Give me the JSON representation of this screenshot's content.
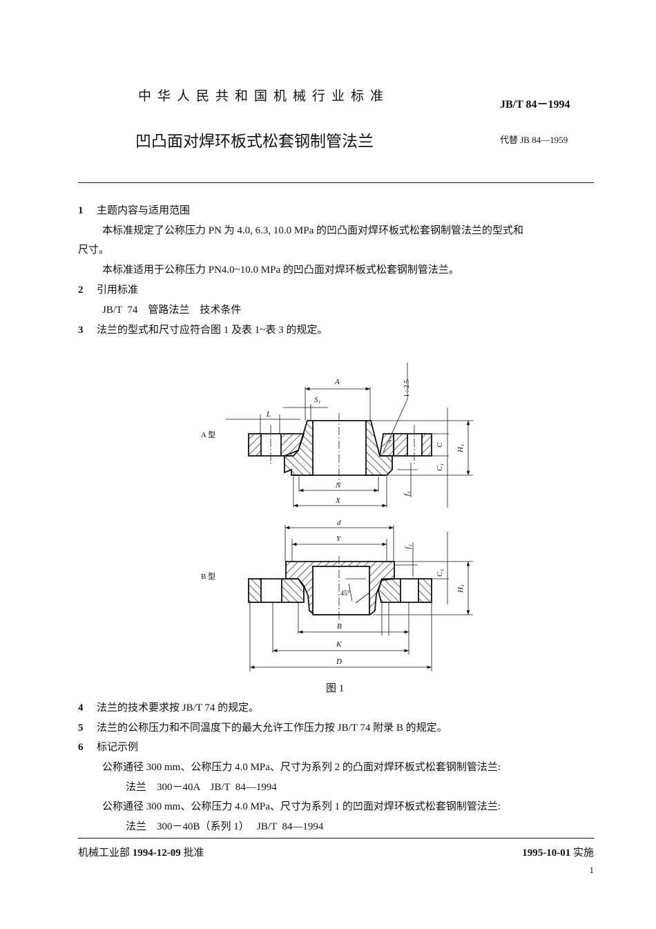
{
  "header": {
    "org": "中华人民共和国机械行业标准",
    "code": "JB/T 84－1994",
    "title": "凹凸面对焊环板式松套钢制管法兰",
    "replaces": "代替 JB 84—1959"
  },
  "sections": [
    {
      "num": "1",
      "heading": "主题内容与适用范围",
      "paragraphs": [
        "本标准规定了公称压力 PN 为 4.0,  6.3,  10.0  MPa 的凹凸面对焊环板式松套钢制管法兰的型式和",
        "尺寸。",
        "本标准适用于公称压力 PN4.0~10.0 MPa 的凹凸面对焊环板式松套钢制管法兰。"
      ]
    },
    {
      "num": "2",
      "heading": "引用标准",
      "paragraphs": [
        "JB/T  74    管路法兰    技术条件"
      ]
    },
    {
      "num": "3",
      "heading": "法兰的型式和尺寸应符合图 1 及表 1~表 3 的规定。"
    },
    {
      "num": "4",
      "heading": "法兰的技术要求按 JB/T  74 的规定。"
    },
    {
      "num": "5",
      "heading": "法兰的公称压力和不同温度下的最大允许工作压力按 JB/T  74 附录 B 的规定。"
    },
    {
      "num": "6",
      "heading": "标记示例",
      "paragraphs": [
        "公称通径 300 mm、公称压力 4.0 MPa、尺寸为系列 2 的凸面对焊环板式松套钢制管法兰:",
        "法兰    300－40A    JB/T  84—1994",
        "公称通径 300 mm、公称压力 4.0 MPa、尺寸为系列 1 的凹面对焊环板式松套钢制管法兰:",
        "法兰    300－40B（系列 1）   JB/T  84—1994"
      ]
    }
  ],
  "figure": {
    "caption": "图 1",
    "type_a_label": "A 型",
    "type_b_label": "B 型",
    "labels_a": {
      "A": "A",
      "S1": "S₁",
      "L": "L",
      "taper": "1 : 2.5",
      "r": "r",
      "C": "C",
      "H1": "H₁",
      "C1": "C₁",
      "N": "N",
      "X": "X",
      "f1": "f₁"
    },
    "labels_b": {
      "d": "d",
      "Y": "Y",
      "f2": "f₂",
      "C1": "C₁",
      "H1": "H₁",
      "angle": "45°",
      "B": "B",
      "K": "K",
      "D": "D"
    }
  },
  "footer": {
    "issuer": "机械工业部",
    "approve_date": "1994-12-09",
    "approve": "批准",
    "impl_date": "1995-10-01",
    "impl": "实施",
    "page": "1"
  }
}
